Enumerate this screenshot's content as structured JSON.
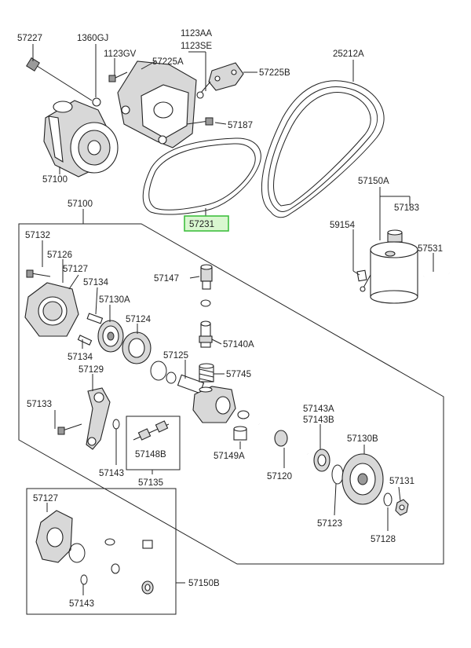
{
  "labels": {
    "l57227": "57227",
    "l1360GJ": "1360GJ",
    "l1123GV": "1123GV",
    "l1123AA": "1123AA",
    "l1123SE": "1123SE",
    "l57225A": "57225A",
    "l57225B": "57225B",
    "l57187": "57187",
    "l25212A": "25212A",
    "l57100a": "57100",
    "l57231": "57231",
    "l57150A": "57150A",
    "l57183": "57183",
    "l59154": "59154",
    "l57531": "57531",
    "l57100b": "57100",
    "l57132": "57132",
    "l57126": "57126",
    "l57127a": "57127",
    "l57134a": "57134",
    "l57147": "57147",
    "l57130A": "57130A",
    "l57124": "57124",
    "l57140A": "57140A",
    "l57134b": "57134",
    "l57125": "57125",
    "l57745": "57745",
    "l57129": "57129",
    "l57133": "57133",
    "l57143A": "57143A",
    "l57143B": "57143B",
    "l57130B": "57130B",
    "l57148B": "57148B",
    "l57143a": "57143",
    "l57135": "57135",
    "l57149A": "57149A",
    "l57120": "57120",
    "l57131": "57131",
    "l57123": "57123",
    "l57128": "57128",
    "l57127b": "57127",
    "l57150B": "57150B",
    "l57143b": "57143"
  },
  "highlight": {
    "label": "57231",
    "color": "#3fbf3f"
  }
}
